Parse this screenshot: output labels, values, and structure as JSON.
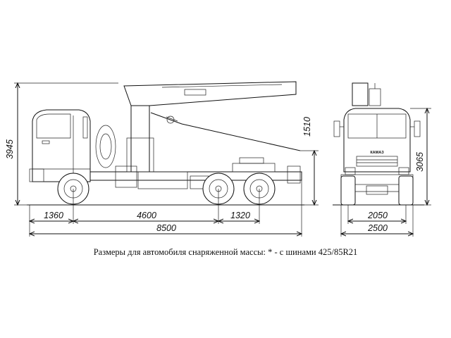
{
  "side_view": {
    "height_total": "3945",
    "height_frame": "1510",
    "front_overhang": "1360",
    "wheelbase_front": "4600",
    "rear_axle_spacing": "1320",
    "overall_length": "8500"
  },
  "front_view": {
    "height_cab": "3065",
    "track_width": "2050",
    "overall_width": "2500",
    "crane_marking": "КАМАЗ"
  },
  "caption": "Размеры для автомобиля снаряженной массы: * - с шинами 425/85R21"
}
